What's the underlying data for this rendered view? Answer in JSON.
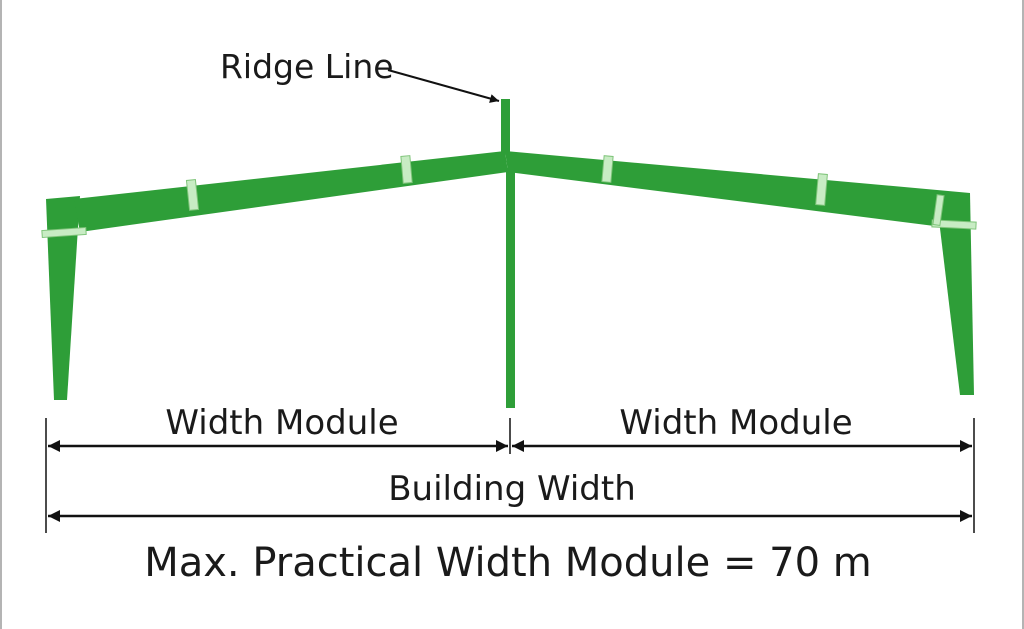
{
  "labels": {
    "ridge_line": "Ridge Line",
    "left_module": "Width Module",
    "right_module": "Width Module",
    "building_width": "Building Width",
    "caption": "Max. Practical Width Module = 70 m"
  },
  "colors": {
    "frame_green": "#2e9e38",
    "splice_plate": "#c8ecc4",
    "dimension_line": "#111111",
    "text": "#1a1a1a",
    "border": "#b4b4b4"
  }
}
